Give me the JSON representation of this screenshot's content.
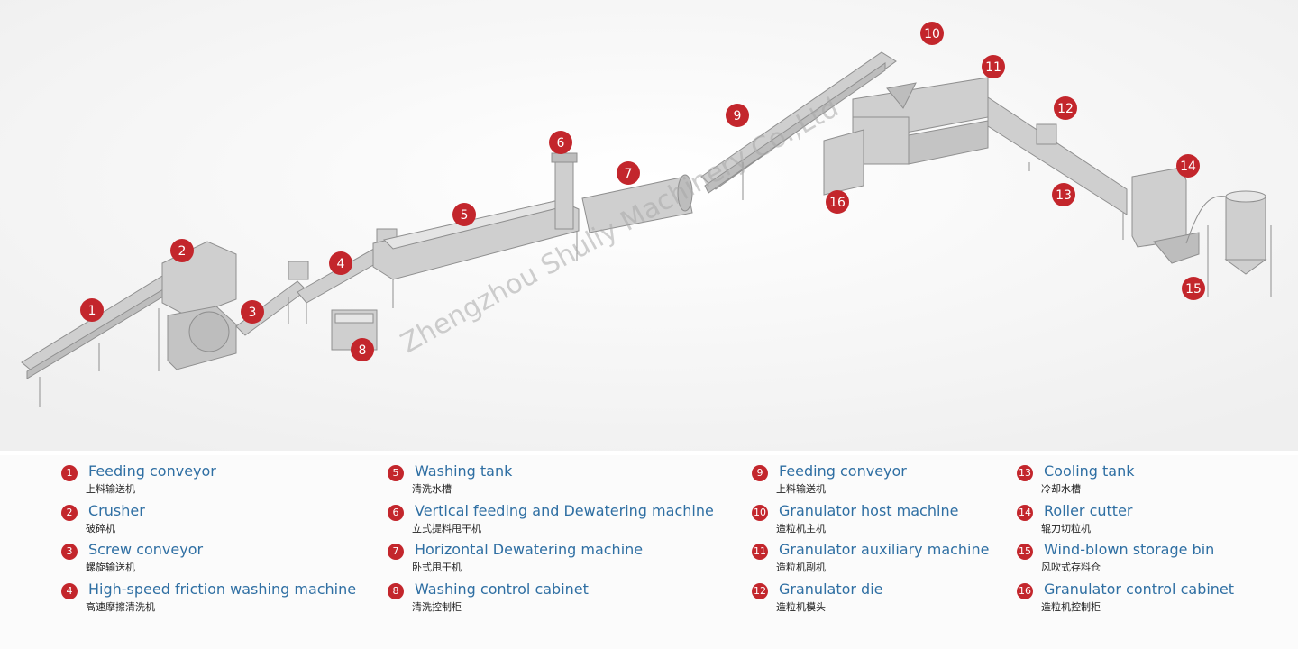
{
  "watermark": "Zhengzhou Shuliy Machinery Co.,Ltd",
  "colors": {
    "badge": "#c3262c",
    "label_en": "#2f6fa3",
    "machine": "#c8c8c8"
  },
  "callouts": [
    "1",
    "2",
    "3",
    "4",
    "5",
    "6",
    "7",
    "8",
    "9",
    "10",
    "11",
    "12",
    "13",
    "14",
    "15",
    "16"
  ],
  "legend": [
    {
      "num": "1",
      "en": "Feeding conveyor",
      "zh": "上料输送机"
    },
    {
      "num": "2",
      "en": "Crusher",
      "zh": "破碎机"
    },
    {
      "num": "3",
      "en": "Screw conveyor",
      "zh": "螺旋输送机"
    },
    {
      "num": "4",
      "en": "High-speed friction washing machine",
      "zh": "高速摩擦清洗机"
    },
    {
      "num": "5",
      "en": "Washing tank",
      "zh": "清洗水槽"
    },
    {
      "num": "6",
      "en": "Vertical feeding and Dewatering machine",
      "zh": "立式提料甩干机"
    },
    {
      "num": "7",
      "en": "Horizontal Dewatering machine",
      "zh": "卧式甩干机"
    },
    {
      "num": "8",
      "en": "Washing control cabinet",
      "zh": "清洗控制柜"
    },
    {
      "num": "9",
      "en": "Feeding conveyor",
      "zh": "上料输送机"
    },
    {
      "num": "10",
      "en": "Granulator host machine",
      "zh": "造粒机主机"
    },
    {
      "num": "11",
      "en": "Granulator auxiliary machine",
      "zh": "造粒机副机"
    },
    {
      "num": "12",
      "en": "Granulator die",
      "zh": "造粒机模头"
    },
    {
      "num": "13",
      "en": "Cooling tank",
      "zh": "冷却水槽"
    },
    {
      "num": "14",
      "en": "Roller cutter",
      "zh": "辊刀切粒机"
    },
    {
      "num": "15",
      "en": "Wind-blown storage bin",
      "zh": "风吹式存料仓"
    },
    {
      "num": "16",
      "en": "Granulator control cabinet",
      "zh": "造粒机控制柜"
    }
  ]
}
